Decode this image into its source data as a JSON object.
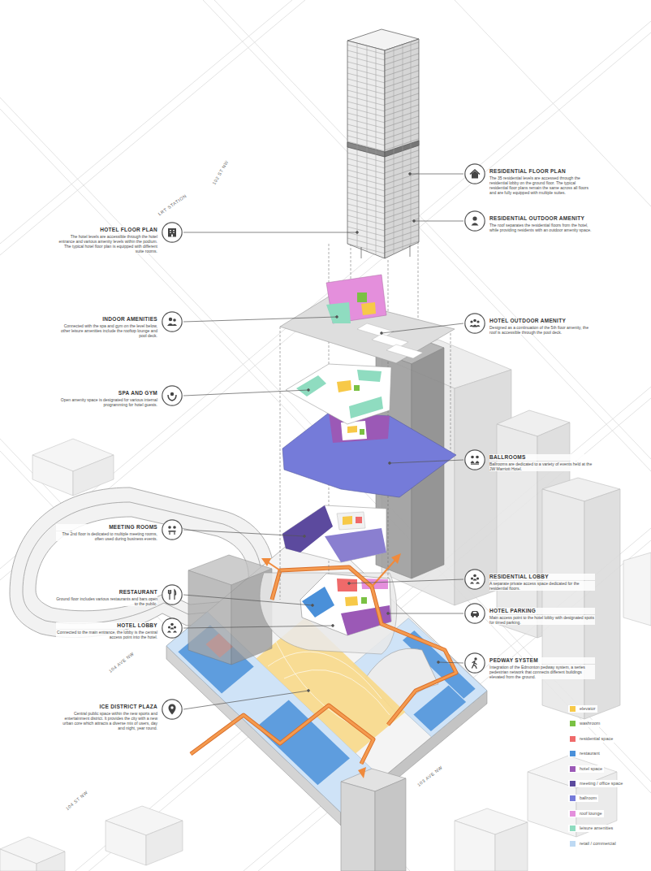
{
  "diagram": {
    "nodes": [
      {
        "text": [
          "RESIDENTIAL FLOOR PLAN",
          "The 35 residential levels are accessed through the residential lobby on the ground floor. The typical residential floor plans remain the same across all floors and are fully equipped with multiple suites."
        ]
      },
      {
        "text": [
          "RESIDENTIAL OUTDOOR AMENITY",
          "The roof separates the residential floors from the hotel, while providing residents with an outdoor amenity space."
        ]
      },
      {
        "text": [
          "HOTEL FLOOR PLAN",
          "The hotel levels are accessible through the hotel entrance and various amenity levels within the podium. The typical hotel floor plan is equipped with different suite rooms."
        ]
      },
      {
        "text": [
          "INDOOR AMENITIES",
          "Connected with the spa and gym on the level below, other leisure amenities include the rooftop lounge and pool deck."
        ]
      },
      {
        "text": [
          "HOTEL OUTDOOR AMENITY",
          "Designed as a continuation of the 5th floor amenity, the roof is accessible through the pool deck."
        ]
      },
      {
        "text": [
          "SPA AND GYM",
          "Open amenity space is designated for various internal programming for hotel guests."
        ]
      },
      {
        "text": [
          "BALLROOMS",
          "Ballrooms are dedicated to a variety of events held at the JW Marriott Hotel."
        ]
      },
      {
        "text": [
          "MEETING ROOMS",
          "The 2nd floor is dedicated to multiple meeting rooms, often used during business events."
        ]
      },
      {
        "text": [
          "RESIDENTIAL LOBBY",
          "A separate private access space dedicated for the residential floors."
        ]
      },
      {
        "text": [
          "RESTAURANT",
          "Ground floor includes various restaurants and bars open to the public."
        ]
      },
      {
        "text": [
          "HOTEL PARKING",
          "Main access point to the hotel lobby with designated spots for timed parking."
        ]
      },
      {
        "text": [
          "HOTEL LOBBY",
          "Connected to the main entrance, the lobby is the central access point into the hotel."
        ]
      },
      {
        "text": [
          "PEDWAY SYSTEM",
          "Integration of the Edmonton pedway system, a series pedestrian network that connects different buildings elevated from the ground."
        ]
      },
      {
        "text": [
          "ICE DISTRICT PLAZA",
          "Central public space within the new sports and entertainment district. It provides the city with a new urban core which attracts a diverse mix of users, day and night, year round."
        ]
      }
    ],
    "labels": [
      "102 ST NW",
      "LRT STATION",
      "104 AVE NW",
      "103 AVE NW",
      "104 ST NW"
    ],
    "legend": [
      {
        "text": "elevator",
        "color": "#f7c948"
      },
      {
        "text": "washroom",
        "color": "#7ac143"
      },
      {
        "text": "residential space",
        "color": "#ef6a6a"
      },
      {
        "text": "restaurant",
        "color": "#4a90d9"
      },
      {
        "text": "hotel space",
        "color": "#9b59b6"
      },
      {
        "text": "meeting / office space",
        "color": "#5c4a9e"
      },
      {
        "text": "ballroom",
        "color": "#757bd9"
      },
      {
        "text": "roof lounge",
        "color": "#e48fdc"
      },
      {
        "text": "leisure amenities",
        "color": "#8fdcc0"
      },
      {
        "text": "retail / commercial",
        "color": "#bed9f3"
      }
    ]
  }
}
